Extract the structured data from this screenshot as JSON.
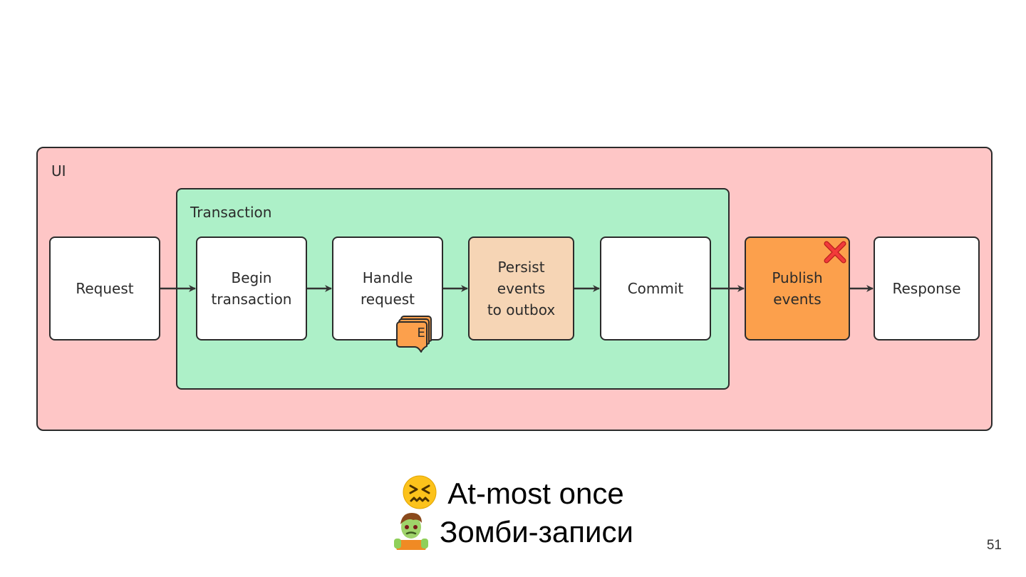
{
  "slide": {
    "page_number": "51"
  },
  "diagram": {
    "outer_label": "UI",
    "transaction_label": "Transaction",
    "nodes": {
      "request": [
        "Request"
      ],
      "begin": [
        "Begin",
        "transaction"
      ],
      "handle": [
        "Handle",
        "request"
      ],
      "persist": [
        "Persist",
        "events",
        "to outbox"
      ],
      "commit": [
        "Commit"
      ],
      "publish": [
        "Publish",
        "events"
      ],
      "response": [
        "Response"
      ]
    },
    "event_badge": "E",
    "colors": {
      "ui_background": "#fec6c6",
      "transaction_background": "#adf0c8",
      "persist_background": "#f6d5b5",
      "publish_background": "#fca04c",
      "error_mark": "#f23a3a"
    }
  },
  "captions": [
    {
      "icon": "confounded-face-emoji",
      "text": "At-most once"
    },
    {
      "icon": "zombie-emoji",
      "text": "Зомби-записи"
    }
  ]
}
